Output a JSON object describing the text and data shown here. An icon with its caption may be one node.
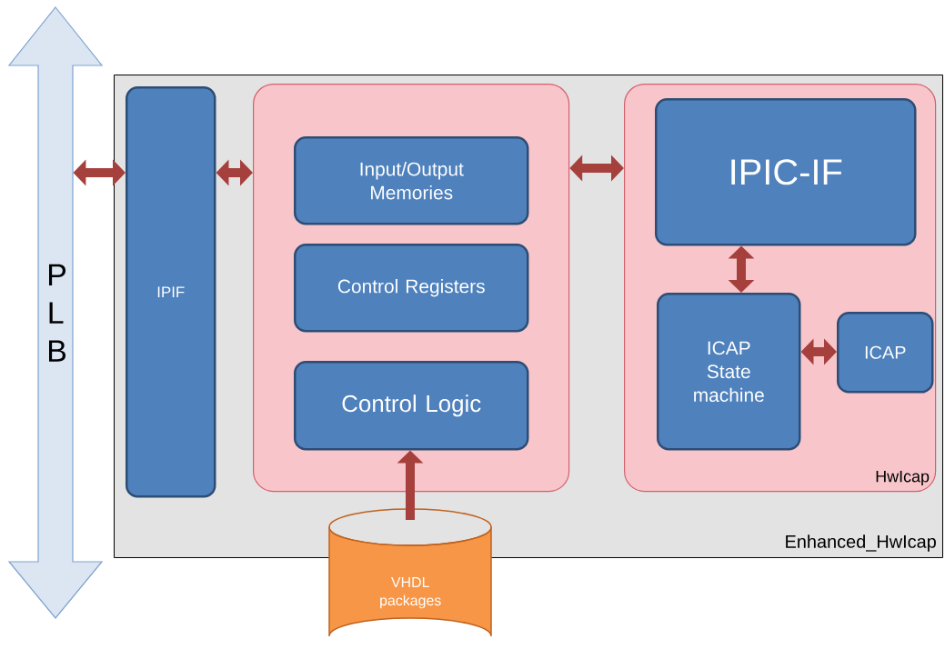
{
  "diagram": {
    "nodes": [
      {
        "text": [
          "P L B"
        ]
      },
      {
        "text": [
          "Enhanced_HwIcap"
        ]
      },
      {
        "text": [
          "IPIF"
        ],
        "in": 1
      },
      {
        "text": [],
        "shape": "box",
        "in": 1
      },
      {
        "text": [
          "Input/Output Memories"
        ],
        "in": 3
      },
      {
        "text": [
          "Control Registers"
        ],
        "in": 3
      },
      {
        "text": [
          "Control Logic"
        ],
        "in": 3
      },
      {
        "text": [
          "HwIcap"
        ],
        "in": 1
      },
      {
        "text": [
          "IPIC-IF"
        ],
        "in": 7
      },
      {
        "text": [
          "ICAP State machine"
        ],
        "in": 7
      },
      {
        "text": [
          "ICAP"
        ],
        "in": 7
      },
      {
        "text": [
          "VHDL packages"
        ]
      }
    ],
    "edges": [
      {
        "from": 0,
        "to": 2,
        "arrow": "both"
      },
      {
        "from": 2,
        "to": 3,
        "arrow": "both"
      },
      {
        "from": 3,
        "to": 7,
        "arrow": "both"
      },
      {
        "from": 8,
        "to": 9,
        "arrow": "both"
      },
      {
        "from": 9,
        "to": 10,
        "arrow": "both"
      },
      {
        "from": 11,
        "to": 6,
        "arrow": "to"
      }
    ]
  }
}
